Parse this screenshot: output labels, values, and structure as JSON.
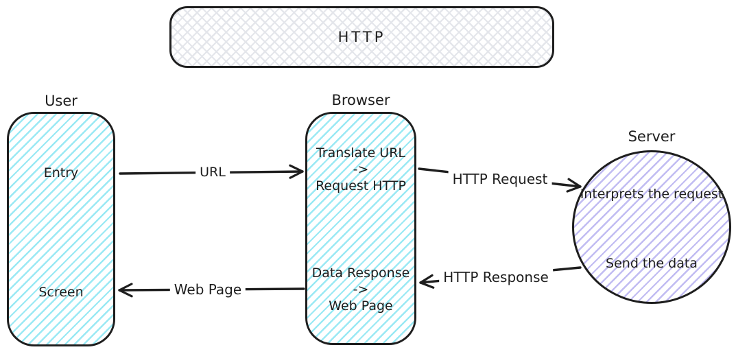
{
  "colors": {
    "stroke": "#1e1e1e",
    "background": "#ffffff",
    "user_fill": "#9ae9f4",
    "browser_fill": "#9ae9f4",
    "server_fill": "#c1bcf2",
    "http_banner_fill": "#e4e6eb"
  },
  "http_banner": {
    "label": "HTTP"
  },
  "nodes": {
    "user": {
      "title": "User",
      "entry_label": "Entry",
      "screen_label": "Screen"
    },
    "browser": {
      "title": "Browser",
      "request_flow": "Translate URL\n->\nRequest HTTP",
      "response_flow": "Data Response\n->\nWeb Page"
    },
    "server": {
      "title": "Server",
      "interpret_label": "Interprets the request",
      "send_label": "Send the data"
    }
  },
  "arrows": {
    "url": {
      "label": "URL",
      "from": "User",
      "to": "Browser"
    },
    "http_request": {
      "label": "HTTP Request",
      "from": "Browser",
      "to": "Server"
    },
    "web_page": {
      "label": "Web Page",
      "from": "Browser",
      "to": "User"
    },
    "http_response": {
      "label": "HTTP Response",
      "from": "Server",
      "to": "Browser"
    }
  }
}
